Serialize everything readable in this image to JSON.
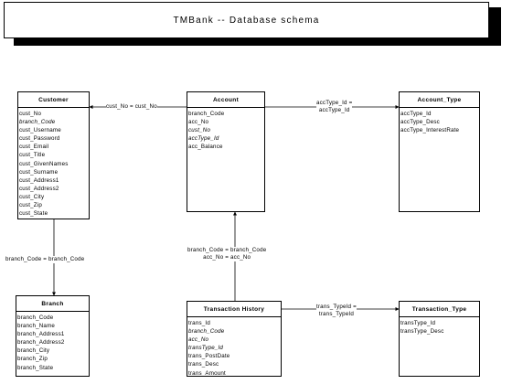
{
  "title": "TMBank -- Database schema",
  "entities": {
    "customer": {
      "name": "Customer",
      "attributes": [
        {
          "name": "cust_No",
          "fk": false
        },
        {
          "name": "branch_Code",
          "fk": true
        },
        {
          "name": "cust_Username",
          "fk": false
        },
        {
          "name": "cust_Password",
          "fk": false
        },
        {
          "name": "cust_Email",
          "fk": false
        },
        {
          "name": "cust_Title",
          "fk": false
        },
        {
          "name": "cust_GivenNames",
          "fk": false
        },
        {
          "name": "cust_Surname",
          "fk": false
        },
        {
          "name": "cust_Address1",
          "fk": false
        },
        {
          "name": "cust_Address2",
          "fk": false
        },
        {
          "name": "cust_City",
          "fk": false
        },
        {
          "name": "cust_Zip",
          "fk": false
        },
        {
          "name": "cust_State",
          "fk": false
        }
      ]
    },
    "account": {
      "name": "Account",
      "attributes": [
        {
          "name": "branch_Code",
          "fk": false
        },
        {
          "name": "acc_No",
          "fk": false
        },
        {
          "name": "cust_No",
          "fk": true
        },
        {
          "name": "accType_Id",
          "fk": true
        },
        {
          "name": "acc_Balance",
          "fk": false
        }
      ]
    },
    "account_type": {
      "name": "Account_Type",
      "attributes": [
        {
          "name": "accType_Id",
          "fk": false
        },
        {
          "name": "accType_Desc",
          "fk": false
        },
        {
          "name": "accType_InterestRate",
          "fk": false
        }
      ]
    },
    "branch": {
      "name": "Branch",
      "attributes": [
        {
          "name": "branch_Code",
          "fk": false
        },
        {
          "name": "branch_Name",
          "fk": false
        },
        {
          "name": "branch_Address1",
          "fk": false
        },
        {
          "name": "branch_Address2",
          "fk": false
        },
        {
          "name": "branch_City",
          "fk": false
        },
        {
          "name": "branch_Zip",
          "fk": false
        },
        {
          "name": "branch_State",
          "fk": false
        }
      ]
    },
    "transaction_history": {
      "name": "Transaction History",
      "attributes": [
        {
          "name": "trans_Id",
          "fk": false
        },
        {
          "name": "branch_Code",
          "fk": true
        },
        {
          "name": "acc_No",
          "fk": true
        },
        {
          "name": "transType_Id",
          "fk": true
        },
        {
          "name": "trans_PostDate",
          "fk": false
        },
        {
          "name": "trans_Desc",
          "fk": false
        },
        {
          "name": "trans_Amount",
          "fk": false
        }
      ]
    },
    "transaction_type": {
      "name": "Transaction_Type",
      "attributes": [
        {
          "name": "transType_Id",
          "fk": false
        },
        {
          "name": "transType_Desc",
          "fk": false
        }
      ]
    }
  },
  "relationships": {
    "account_customer": [
      "cust_No = cust_No"
    ],
    "account_account_type": [
      "accType_Id =",
      "accType_Id"
    ],
    "customer_branch": [
      "branch_Code = branch_Code"
    ],
    "transaction_account": [
      "branch_Code = branch_Code",
      "acc_No = acc_No"
    ],
    "transaction_transaction_type": [
      "trans_TypeId =",
      "trans_TypeId"
    ]
  }
}
